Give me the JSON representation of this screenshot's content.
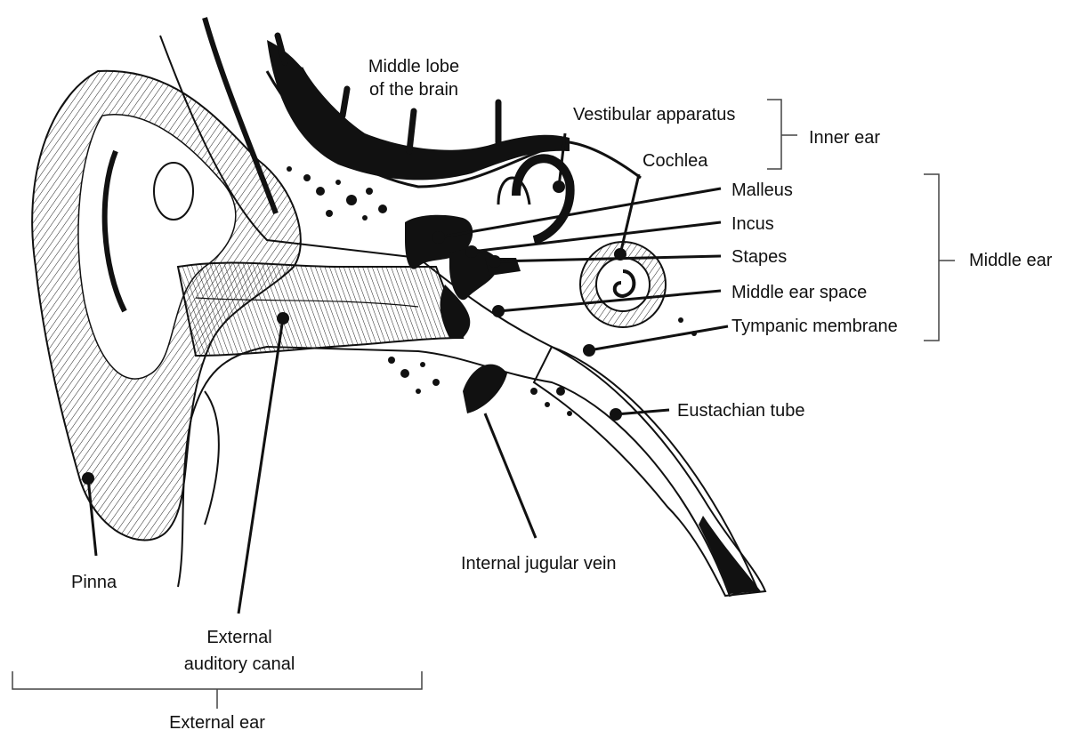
{
  "labels": {
    "middle_lobe": [
      "Middle lobe",
      "of the brain"
    ],
    "vestibular": "Vestibular apparatus",
    "inner_ear": "Inner ear",
    "cochlea": "Cochlea",
    "malleus": "Malleus",
    "incus": "Incus",
    "stapes": "Stapes",
    "middle_ear": "Middle ear",
    "middle_ear_space": "Middle ear space",
    "tympanic": "Tympanic membrane",
    "eustachian": "Eustachian tube",
    "pinna": "Pinna",
    "jugular": "Internal jugular vein",
    "canal": [
      "External",
      "auditory canal"
    ],
    "external_ear": "External ear"
  }
}
